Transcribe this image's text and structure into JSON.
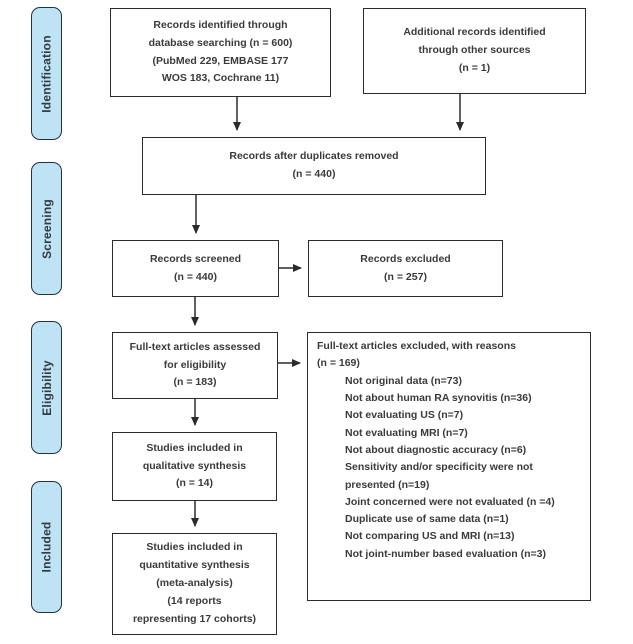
{
  "stages": [
    {
      "label": "Identification"
    },
    {
      "label": "Screening"
    },
    {
      "label": "Eligibility"
    },
    {
      "label": "Included"
    }
  ],
  "boxes": {
    "database_records": {
      "lines": [
        "Records identified through",
        "database searching (n = 600)",
        "(PubMed 229, EMBASE 177",
        "WOS 183, Cochrane 11)"
      ]
    },
    "additional_records": {
      "lines": [
        "Additional records identified",
        "through other sources",
        "(n = 1)"
      ]
    },
    "after_duplicates": {
      "lines": [
        "Records after duplicates removed",
        "(n = 440)"
      ]
    },
    "screened": {
      "lines": [
        "Records screened",
        "(n = 440)"
      ]
    },
    "records_excluded": {
      "lines": [
        "Records excluded",
        "(n = 257)"
      ]
    },
    "fulltext_assessed": {
      "lines": [
        "Full-text articles assessed",
        "for eligibility",
        "(n = 183)"
      ]
    },
    "fulltext_excluded": {
      "title": "Full-text articles excluded, with reasons",
      "count": "(n = 169)",
      "reasons": [
        "Not original data (n=73)",
        "Not about human RA synovitis (n=36)",
        "Not evaluating US (n=7)",
        "Not evaluating MRI (n=7)",
        "Not about diagnostic accuracy (n=6)",
        "Sensitivity and/or specificity were not presented (n=19)",
        "Joint concerned were not evaluated (n =4)",
        "Duplicate use of same data (n=1)",
        "Not comparing US and MRI (n=13)",
        "Not joint-number based evaluation (n=3)"
      ]
    },
    "qualitative": {
      "lines": [
        "Studies included in",
        "qualitative synthesis",
        "(n = 14)"
      ]
    },
    "quantitative": {
      "lines": [
        "Studies included in",
        "quantitative synthesis",
        "(meta-analysis)",
        "(14 reports",
        "representing 17 cohorts)"
      ]
    }
  },
  "colors": {
    "stage_fill": "#bde3f5",
    "line": "#2b2b2b",
    "text": "#3a3a3a"
  }
}
